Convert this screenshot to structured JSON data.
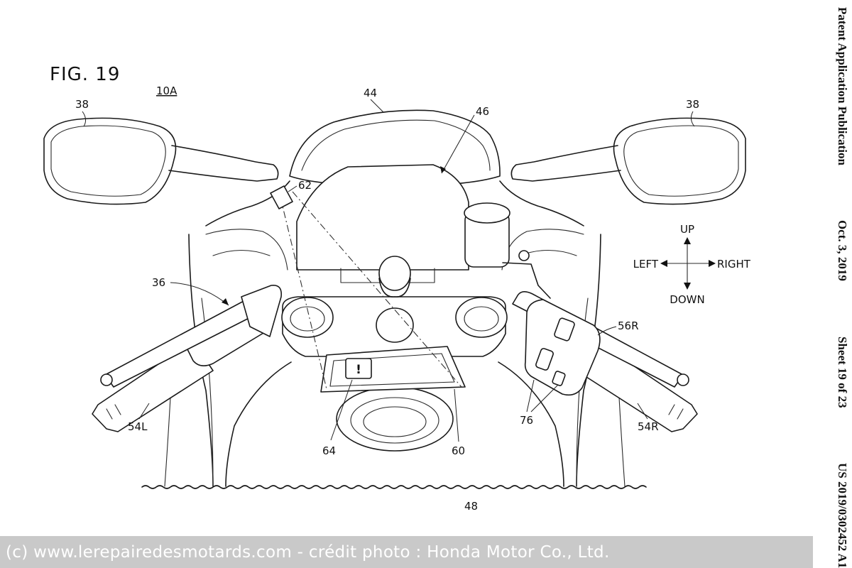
{
  "figure": {
    "title": "FIG. 19",
    "ref_main": "10A",
    "labels": {
      "l38_left": "38",
      "l38_right": "38",
      "l44": "44",
      "l46": "46",
      "l62": "62",
      "l36": "36",
      "l56R": "56R",
      "l54L": "54L",
      "l54R": "54R",
      "l64": "64",
      "l60": "60",
      "l76": "76",
      "l48": "48"
    },
    "directions": {
      "up": "UP",
      "down": "DOWN",
      "left": "LEFT",
      "right": "RIGHT"
    },
    "warning_glyph": "!"
  },
  "patent_header": {
    "publication": "Patent Application Publication",
    "date": "Oct. 3, 2019",
    "sheet": "Sheet 19 of 23",
    "number": "US 2019/0302452 A1"
  },
  "credit": {
    "text": "(c) www.lerepairedesmotards.com - crédit photo : Honda Motor Co., Ltd."
  }
}
